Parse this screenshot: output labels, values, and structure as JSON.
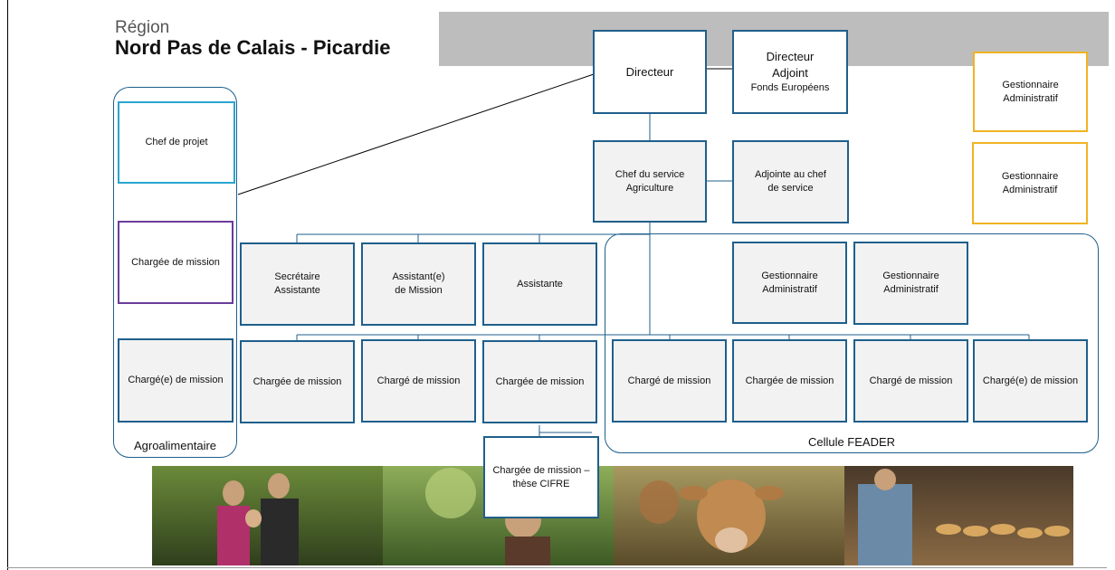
{
  "header": {
    "region_label": "Région",
    "region_name": "Nord Pas de Calais - Picardie"
  },
  "top": {
    "directeur": "Directeur",
    "directeur_adjoint": "Directeur\nAdjoint",
    "directeur_adjoint_sub": "Fonds Européens",
    "gestionnaire_1": "Gestionnaire\nAdministratif",
    "gestionnaire_2": "Gestionnaire\nAdministratif"
  },
  "service": {
    "chef": "Chef du service\nAgriculture",
    "adjointe": "Adjointe au chef\nde service"
  },
  "agro": {
    "label": "Agroalimentaire",
    "items": [
      "Chef de projet",
      "Chargée de mission",
      "Chargé(e) de mission"
    ]
  },
  "row1": {
    "secretaire": "Secrétaire\nAssistante",
    "assistant": "Assistant(e)\nde Mission",
    "assistante": "Assistante",
    "gest_a": "Gestionnaire\nAdministratif",
    "gest_b": "Gestionnaire\nAdministratif"
  },
  "row2": [
    "Chargée de mission",
    "Chargé de mission",
    "Chargée de mission",
    "Chargé de mission",
    "Chargée de mission",
    "Chargé de mission",
    "Chargé(e) de mission"
  ],
  "feader": {
    "label": "Cellule FEADER"
  },
  "cifre": "Chargée de mission –\nthèse CIFRE",
  "colors": {
    "box_border": "#1f5f8b",
    "box_fill": "#f2f2f2",
    "gold": "#f0b323",
    "purple": "#6a3d9a",
    "cyan": "#2aa6d0",
    "banner": "#bdbdbd"
  }
}
